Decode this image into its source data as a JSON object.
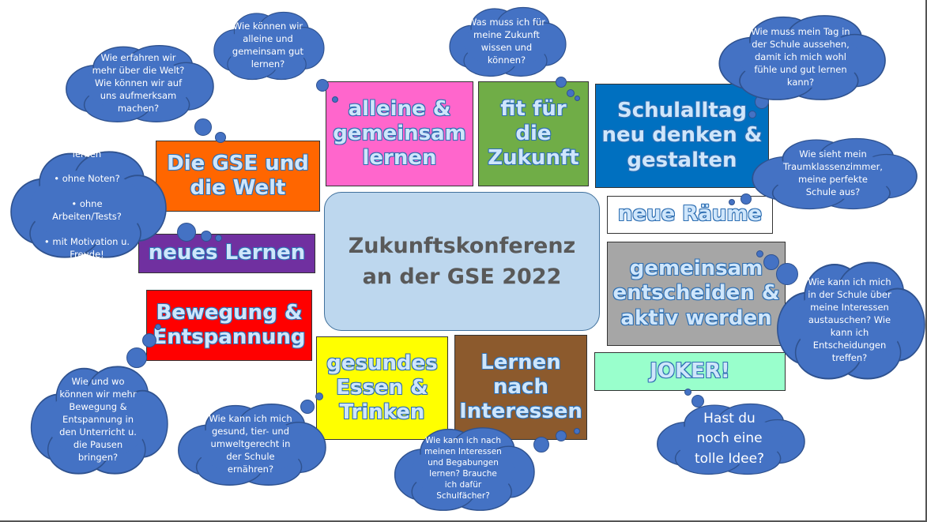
{
  "center": {
    "title": "Zukunftskonferenz\nan der GSE 2022"
  },
  "topics": {
    "alleine": "alleine &\ngemeinsam\nlernen",
    "fit": "fit für\ndie\nZukunft",
    "schulalltag": "Schulalltag\nneu denken &\ngestalten",
    "welt": "Die GSE und\ndie Welt",
    "lernen": "neues Lernen",
    "bewegung": "Bewegung &\nEntspannung",
    "essen": "gesundes\nEssen &\nTrinken",
    "interessen": "Lernen\nnach\nInteressen",
    "raeume": "neue Räume",
    "entscheiden": "gemeinsam\nentscheiden &\naktiv werden",
    "joker": "JOKER!"
  },
  "colors": {
    "alleine": "#ff66cc",
    "fit": "#70ad47",
    "schulalltag": "#0070c0",
    "welt": "#ff6600",
    "lernen": "#7030a0",
    "bewegung": "#ff0000",
    "essen": "#ffff00",
    "interessen": "#8c5a2d",
    "raeume": "#ffffff",
    "entscheiden": "#a6a6a6",
    "joker": "#99ffcc",
    "cloud": "#4472c4"
  },
  "questions": {
    "alleine": "Wie können wir\nalleine und\ngemeinsam gut\nlernen?",
    "fit": "Was muss ich für\nmeine Zukunft\nwissen und\nkönnen?",
    "schulalltag": "Wie muss mein Tag in\nder Schule aussehen,\ndamit ich mich wohl\nfühle und gut lernen\nkann?",
    "welt": "Wie erfahren wir\nmehr über die Welt?\nWie können wir auf\nuns aufmerksam\nmachen?",
    "lernen_intro": "Wie können wir\nlernen",
    "lernen_items": [
      "•   ohne Noten?",
      "•   ohne\nArbeiten/Tests?",
      "•  mit Motivation u.\nFreude!"
    ],
    "raeume": "Wie sieht mein\nTraumklassenzimmer,\nmeine perfekte\nSchule aus?",
    "entscheiden": "Wie kann ich mich\nin der Schule über\nmeine Interessen\naustauschen? Wie\nkann ich\nEntscheidungen\ntreffen?",
    "bewegung": "Wie und wo\nkönnen wir mehr\nBewegung &\nEntspannung in\nden Unterricht u.\ndie Pausen\nbringen?",
    "essen": "Wie kann ich mich\ngesund, tier- und\numweltgerecht in\nder Schule\nernähren?",
    "interessen": "Wie kann ich nach\nmeinen Interessen\nund Begabungen\nlernen? Brauche\nich dafür\nSchulfächer?",
    "joker": "Hast du\nnoch eine\ntolle Idee?"
  }
}
